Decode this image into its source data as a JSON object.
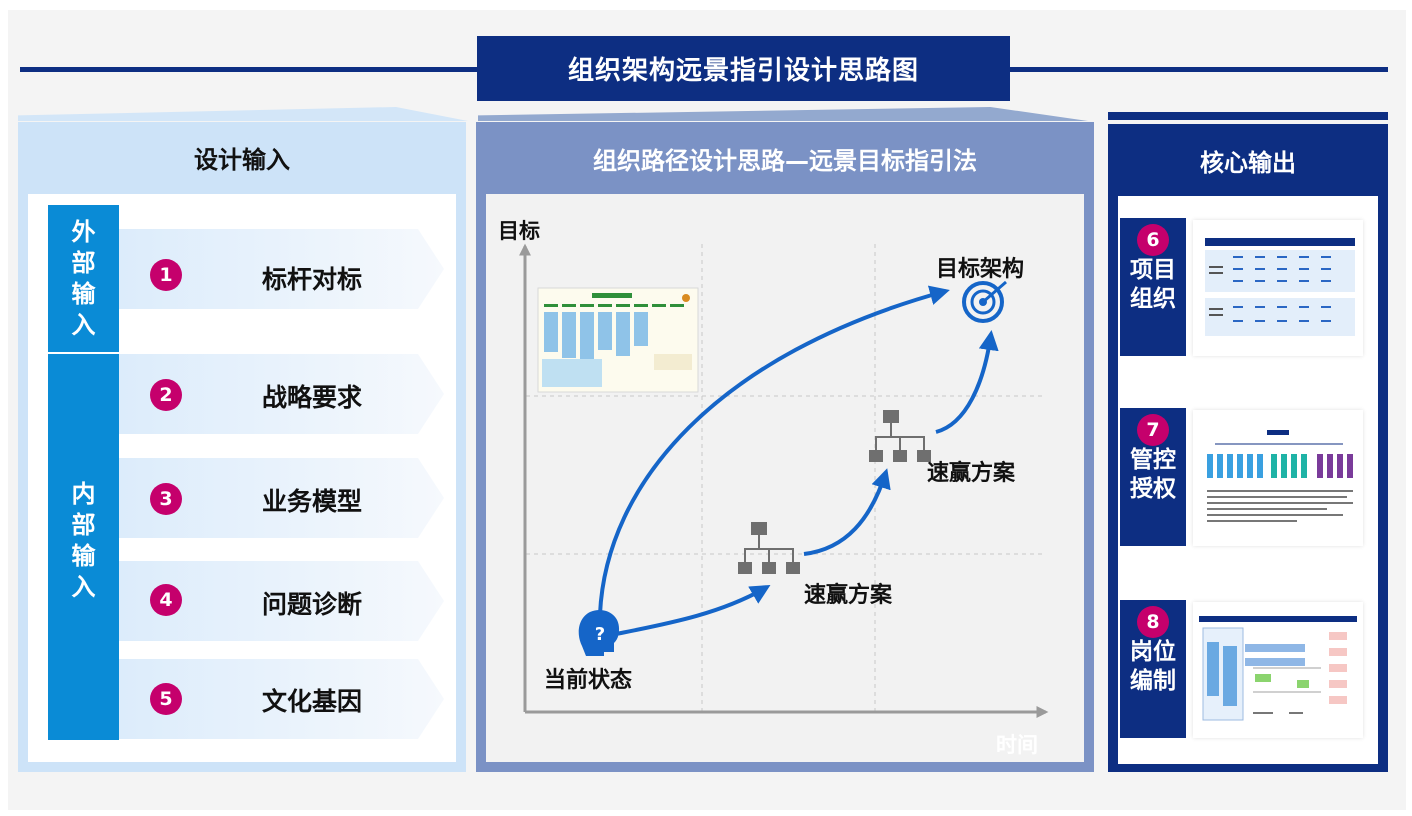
{
  "title": "组织架构远景指引设计思路图",
  "input_panel": {
    "heading": "设计输入",
    "external_label": "外\n部\n输\n入",
    "internal_label": "内\n部\n输\n入",
    "items": [
      {
        "num": "1",
        "label": "标杆对标"
      },
      {
        "num": "2",
        "label": "战略要求"
      },
      {
        "num": "3",
        "label": "业务模型"
      },
      {
        "num": "4",
        "label": "问题诊断"
      },
      {
        "num": "5",
        "label": "文化基因"
      }
    ]
  },
  "path_panel": {
    "heading": "组织路径设计思路—远景目标指引法",
    "y_axis": "目标",
    "x_axis": "时间",
    "current_state": "当前状态",
    "target": "目标架构",
    "quick_win_1": "速赢方案",
    "quick_win_2": "速赢方案",
    "question_mark": "?"
  },
  "output_panel": {
    "heading": "核心输出",
    "items": [
      {
        "num": "6",
        "label": "项目\n组织"
      },
      {
        "num": "7",
        "label": "管控\n授权"
      },
      {
        "num": "8",
        "label": "岗位\n编制"
      }
    ]
  },
  "colors": {
    "navy": "#0d2e82",
    "light_blue": "#cde3f8",
    "mid_blue": "#7b92c5",
    "side_blue": "#0a8bd6",
    "magenta": "#c5006c",
    "arrow_blue": "#1565c8"
  }
}
